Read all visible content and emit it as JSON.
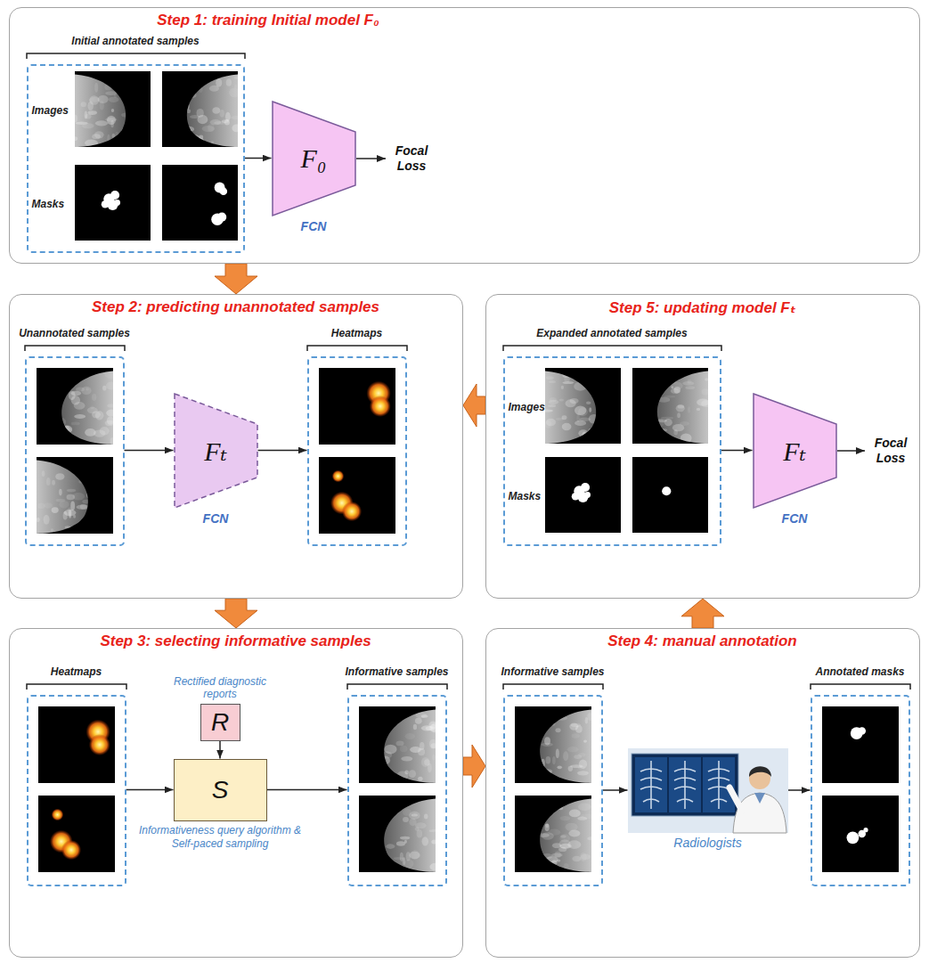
{
  "diagram": {
    "nodes": [
      {
        "text": [
          "Step 1: training Initial model F₀"
        ]
      },
      {
        "text": [
          "Initial annotated samples",
          "Images",
          "Masks"
        ],
        "in": 0
      },
      {
        "text": [
          "F₀",
          "FCN"
        ],
        "in": 0
      },
      {
        "text": [
          "Step 2: predicting unannotated samples"
        ]
      },
      {
        "text": [
          "Unannotated samples"
        ],
        "in": 3
      },
      {
        "text": [
          "Fₜ",
          "FCN"
        ],
        "in": 3
      },
      {
        "text": [
          "Heatmaps"
        ],
        "in": 3
      },
      {
        "text": [
          "Step 5: updating model Fₜ"
        ]
      },
      {
        "text": [
          "Expanded annotated samples",
          "Images",
          "Masks"
        ],
        "in": 7
      },
      {
        "text": [
          "Fₜ",
          "FCN"
        ],
        "in": 7
      },
      {
        "text": [
          "Step 3: selecting informative samples"
        ]
      },
      {
        "text": [
          "Heatmaps"
        ],
        "in": 10
      },
      {
        "text": [
          "R",
          "Rectified diagnostic reports"
        ],
        "in": 10
      },
      {
        "text": [
          "S",
          "Informativeness query algorithm & Self-paced sampling"
        ],
        "in": 10
      },
      {
        "text": [
          "Informative samples"
        ],
        "in": 10
      },
      {
        "text": [
          "Step 4: manual annotation"
        ]
      },
      {
        "text": [
          "Informative samples"
        ],
        "in": 15
      },
      {
        "text": [
          "Radiologists"
        ],
        "in": 15
      },
      {
        "text": [
          "Annotated masks"
        ],
        "in": 15
      }
    ],
    "edges": [
      {
        "from": 0,
        "to": 3,
        "arrow": "to"
      },
      {
        "from": 3,
        "to": 10,
        "arrow": "to"
      },
      {
        "from": 10,
        "to": 15,
        "arrow": "to"
      },
      {
        "from": 15,
        "to": 7,
        "arrow": "to"
      },
      {
        "from": 7,
        "to": 3,
        "arrow": "to"
      },
      {
        "from": 1,
        "to": 2,
        "arrow": "to"
      },
      {
        "from": 4,
        "to": 5,
        "arrow": "to"
      },
      {
        "from": 5,
        "to": 6,
        "arrow": "to"
      },
      {
        "from": 8,
        "to": 9,
        "arrow": "to"
      },
      {
        "from": 11,
        "to": 13,
        "arrow": "to"
      },
      {
        "from": 12,
        "to": 13,
        "arrow": "to"
      },
      {
        "from": 13,
        "to": 14,
        "arrow": "to"
      },
      {
        "from": 16,
        "to": 17,
        "arrow": "to"
      },
      {
        "from": 17,
        "to": 18,
        "arrow": "to"
      }
    ],
    "labels": [
      "Focal Loss",
      "Focal Loss"
    ]
  }
}
